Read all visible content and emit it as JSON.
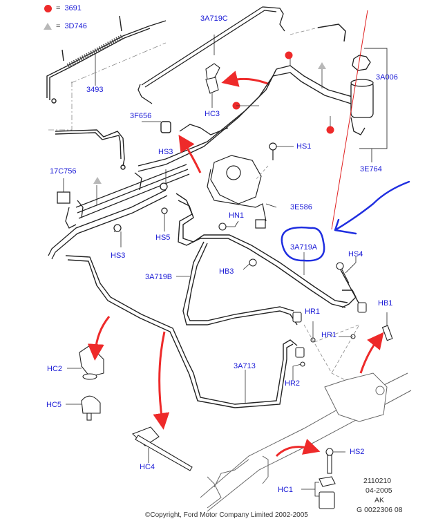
{
  "legend": [
    {
      "symbol": "red-dot",
      "equals": "=",
      "part": "3691",
      "color": "#ee2a2a"
    },
    {
      "symbol": "grey-triangle",
      "equals": "=",
      "part": "3D746",
      "color": "#b8b8b8"
    }
  ],
  "labels": {
    "l3493": "3493",
    "l3A719C": "3A719C",
    "l3A006": "3A006",
    "l3E764": "3E764",
    "l3F656": "3F656",
    "lHC3": "HC3",
    "lHS1": "HS1",
    "l17C756": "17C756",
    "lHS3a": "HS3",
    "lHS3b": "HS3",
    "l3E586": "3E586",
    "lHN1": "HN1",
    "lHS5": "HS5",
    "l3A719A": "3A719A",
    "lHS4": "HS4",
    "l3A719B": "3A719B",
    "lHB3": "HB3",
    "lHB1": "HB1",
    "lHR1a": "HR1",
    "lHR1b": "HR1",
    "lHC2": "HC2",
    "lHC5": "HC5",
    "l3A713": "3A713",
    "lHR2": "HR2",
    "lHS2": "HS2",
    "lHC4": "HC4",
    "lHC1": "HC1"
  },
  "meta": {
    "code": "2110210",
    "date": "04-2005",
    "rev": "AK",
    "ref": "G 0022306 08"
  },
  "copyright": "©Copyright, Ford Motor Company Limited 2002-2005",
  "colors": {
    "label": "#1a1ad6",
    "line": "#222222",
    "arrow": "#ee2a2a",
    "annotation": "#1f2ee0",
    "red_line": "#e02020"
  }
}
